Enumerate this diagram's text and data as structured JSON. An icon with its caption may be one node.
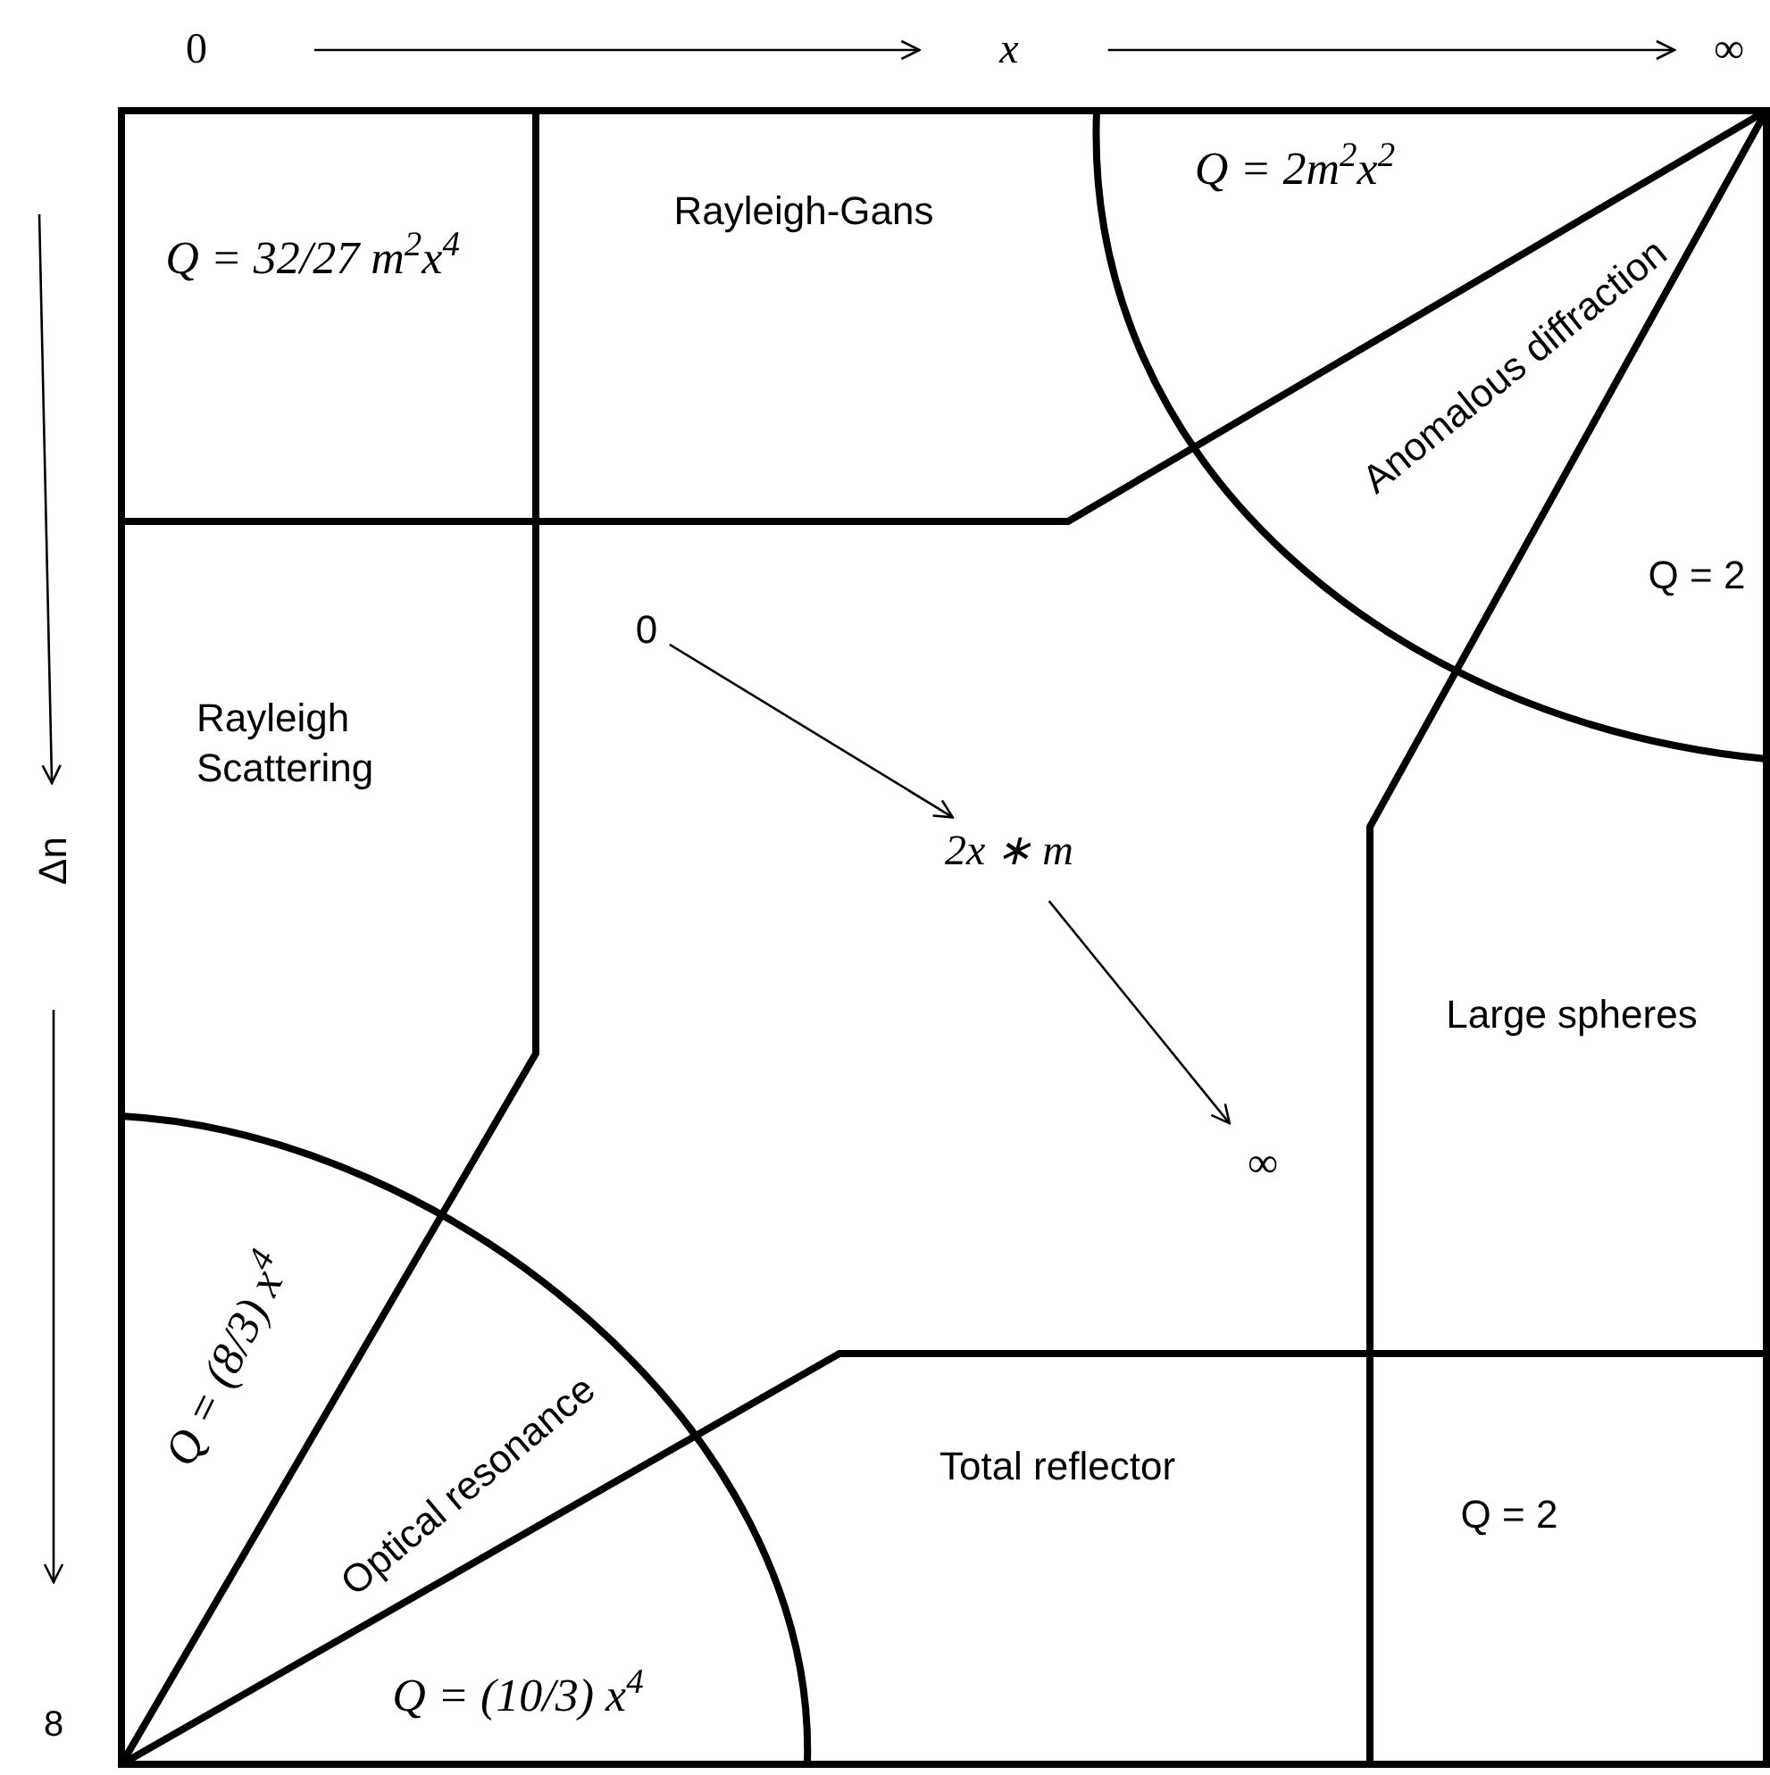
{
  "diagram": {
    "nodes": [
      {
        "text": [
          "0"
        ]
      },
      {
        "text": [
          "x"
        ]
      },
      {
        "text": [
          "∞"
        ]
      },
      {
        "text": [
          "Δn"
        ]
      },
      {
        "text": [
          "8"
        ]
      },
      {
        "text": [
          "0"
        ]
      },
      {
        "text": [
          "2x ∗ m"
        ]
      },
      {
        "text": [
          "∞"
        ]
      }
    ],
    "edges": [
      {
        "from": 0,
        "to": 1,
        "arrow": "to"
      },
      {
        "from": 1,
        "to": 2,
        "arrow": "to"
      },
      {
        "from": null,
        "to": 3,
        "arrow": "to"
      },
      {
        "from": 3,
        "to": 4,
        "arrow": "to"
      },
      {
        "from": 5,
        "to": 6,
        "arrow": "to"
      },
      {
        "from": 6,
        "to": 7,
        "arrow": "to"
      }
    ],
    "labels": [
      "Q = 32/27 m$^{2}$x$^{4}$",
      "Rayleigh-Gans",
      "Q = 2m$^{2}$x$^{2}$",
      "Anomalous diffraction",
      "Q = 2",
      "Rayleigh Scattering",
      "Large spheres",
      "Q = (8/3) x$^{4}$",
      "Optical resonance",
      "Total reflector",
      "Q = 2",
      "Q = (10/3) x$^{4}$"
    ]
  }
}
